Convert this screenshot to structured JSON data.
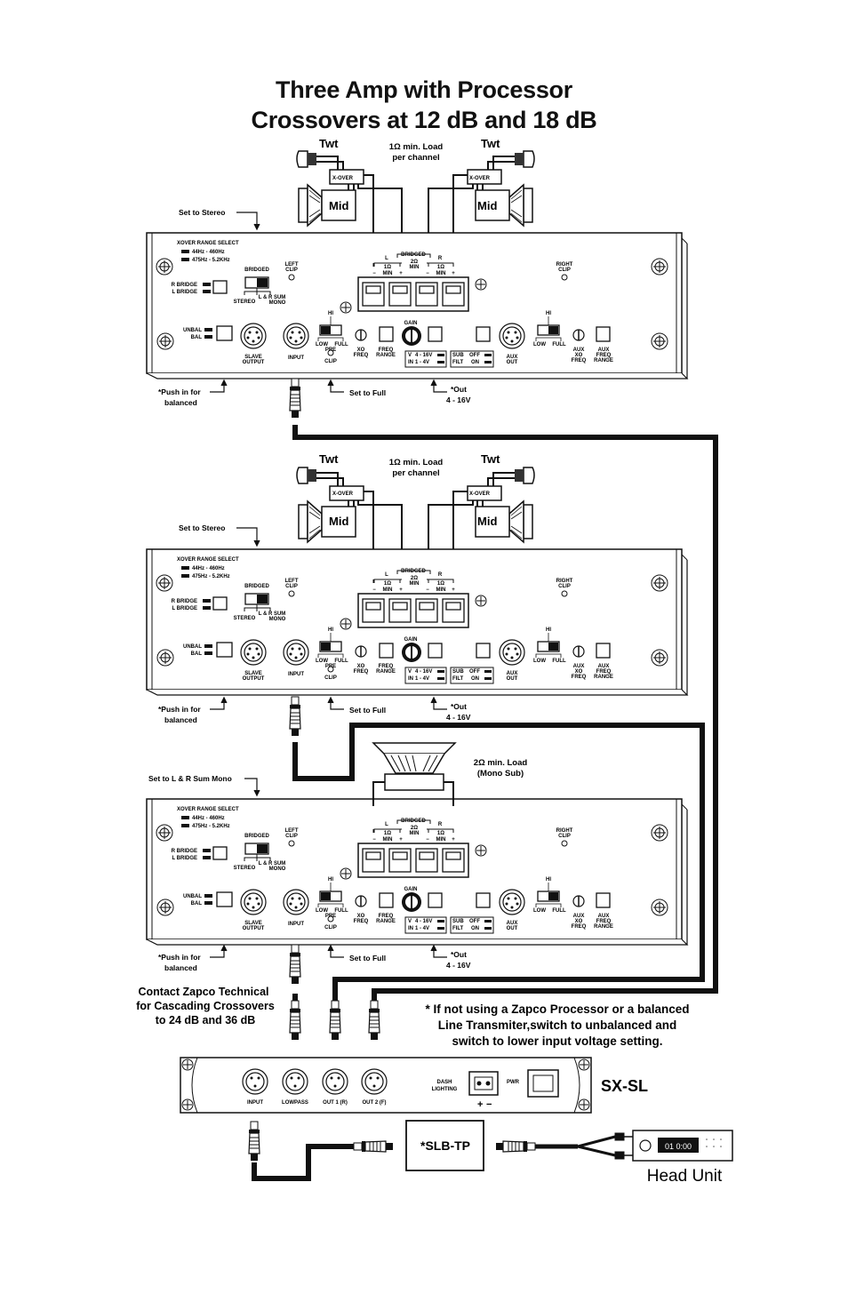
{
  "title": {
    "line1": "Three Amp with Processor",
    "line2": "Crossovers at 12 dB and 18 dB"
  },
  "amp_labels": {
    "xover_range_select": "XOVER RANGE SELECT",
    "range_low": "44Hz - 460Hz",
    "range_high": "475Hz - 5.2KHz",
    "bridged": "BRIDGED",
    "r_bridge": "R BRIDGE",
    "l_bridge": "L BRIDGE",
    "stereo": "STEREO",
    "lr_sum": "L & R SUM",
    "mono": "MONO",
    "left_clip_1": "LEFT",
    "left_clip_2": "CLIP",
    "right_clip_1": "RIGHT",
    "right_clip_2": "CLIP",
    "unbal": "UNBAL",
    "bal": "BAL",
    "slave_1": "SLAVE",
    "slave_2": "OUTPUT",
    "input": "INPUT",
    "hi": "HI",
    "low": "LOW",
    "full": "FULL",
    "pre": "PRE",
    "clip": "CLIP",
    "xo": "XO",
    "freq": "FREQ",
    "freq_range_1": "FREQ",
    "freq_range_2": "RANGE",
    "gain": "GAIN",
    "v": "V",
    "in": "IN",
    "v_high": "4 - 16V",
    "v_low": "1 - 4V",
    "sub": "SUB",
    "filt": "FILT",
    "off": "OFF",
    "on": "ON",
    "aux": "AUX",
    "out": "OUT",
    "aux_xo_1": "AUX",
    "aux_xo_2": "XO",
    "aux_xo_3": "FREQ",
    "aux_fr_1": "AUX",
    "aux_fr_2": "FREQ",
    "aux_fr_3": "RANGE",
    "term_l": "L",
    "term_r": "R",
    "term_bridged": "BRIDGED",
    "ohm1": "1Ω",
    "ohm2": "2Ω",
    "min": "MIN",
    "minus": "−",
    "plus": "+"
  },
  "speakers": {
    "twt": "Twt",
    "mid": "Mid",
    "xover": "X-OVER",
    "load_1": "1Ω min. Load",
    "load_2": "per channel"
  },
  "sub": {
    "load_1": "2Ω min. Load",
    "load_2": "(Mono Sub)"
  },
  "notes": {
    "set_stereo": "Set to Stereo",
    "set_mono": "Set to L & R Sum Mono",
    "push_1": "*Push in for",
    "push_2": "balanced",
    "set_full": "Set to Full",
    "out_1": "*Out",
    "out_2": "4 - 16V",
    "contact_1": "Contact Zapco Technical",
    "contact_2": "for Cascading Crossovers",
    "contact_3": "to 24 dB and 36 dB",
    "warn_1": "* If not using a Zapco Processor or a balanced",
    "warn_2": "Line Transmiter,switch to unbalanced and",
    "warn_3": "switch to lower input voltage setting."
  },
  "processor": {
    "name": "SX-SL",
    "input": "INPUT",
    "lowpass": "LOWPASS",
    "out1": "OUT 1 (R)",
    "out2": "OUT 2 (F)",
    "dash_1": "DASH",
    "dash_2": "LIGHTING",
    "pwr": "PWR",
    "plus": "+",
    "minus": "−"
  },
  "slb": {
    "label": "*SLB-TP"
  },
  "head_unit": {
    "label": "Head Unit",
    "display": "01  0:00"
  }
}
